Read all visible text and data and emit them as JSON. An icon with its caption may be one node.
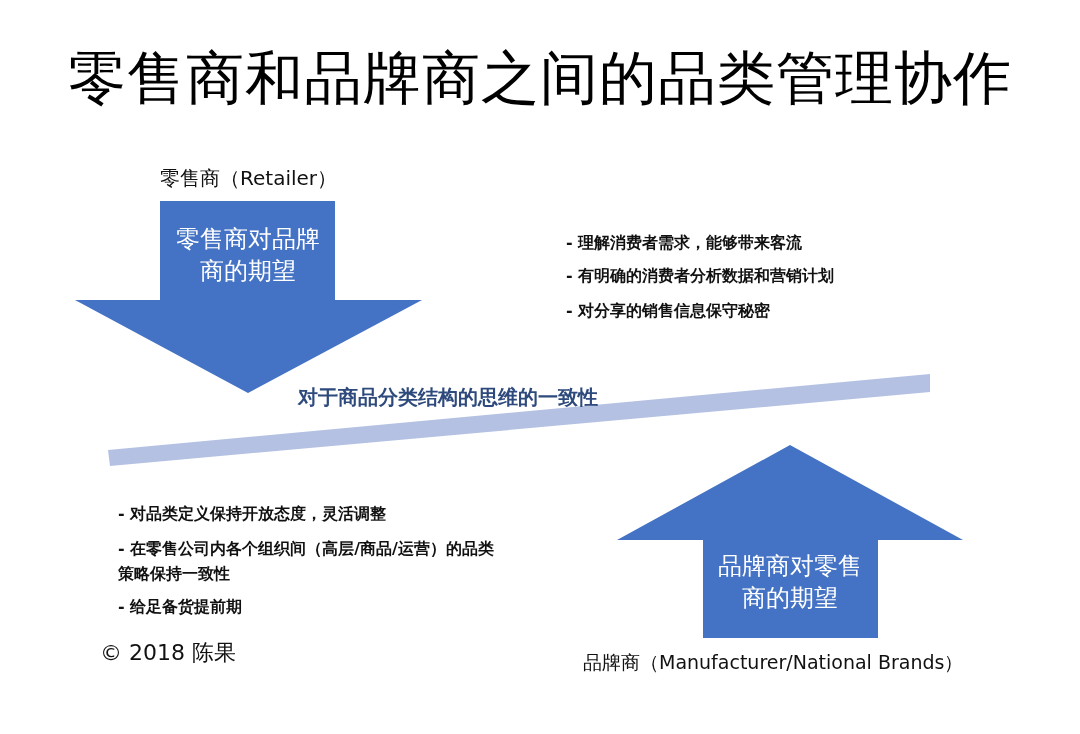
{
  "diagram": {
    "title": "零售商和品牌商之间的品类管理协作",
    "nodes": [
      {
        "text": [
          "零售商（Retailer）",
          "零售商对品牌商的期望"
        ]
      },
      {
        "text": [
          "对于商品分类结构的思维的一致性"
        ]
      },
      {
        "text": [
          "品牌商对零售商的期望",
          "品牌商（Manufacturer/National Brands）"
        ]
      }
    ],
    "labels": [
      "- 理解消费者需求，能够带来客流",
      "- 有明确的消费者分析数据和营销计划",
      "- 对分享的销售信息保守秘密",
      "- 对品类定义保持开放态度，灵活调整",
      "- 在零售公司内各个组织间（高层/商品/运营）的品类策略保持一致性",
      "- 给足备货提前期",
      "© 2018 陈果"
    ]
  }
}
